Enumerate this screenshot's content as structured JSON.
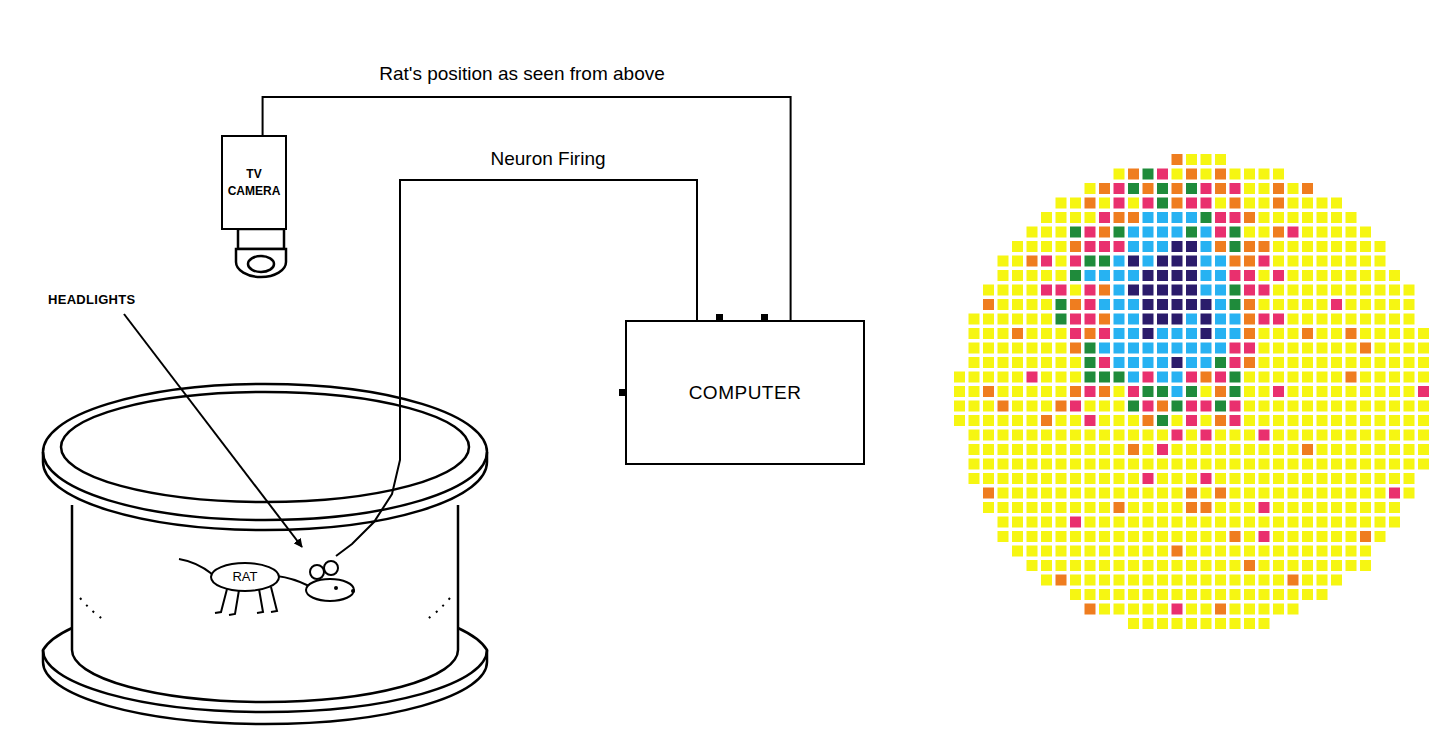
{
  "diagram": {
    "nodes": [
      {
        "text": [
          "TV CAMERA"
        ]
      },
      {
        "text": [
          "COMPUTER"
        ]
      },
      {
        "text": [
          "RAT"
        ]
      }
    ],
    "edges": [
      {
        "from": 0,
        "to": 1,
        "arrow": "none",
        "label": "Rat's position as seen from above"
      },
      {
        "from": 2,
        "to": 1,
        "arrow": "none",
        "label": "Neuron Firing"
      }
    ],
    "labels": [
      "HEADLIGHTS"
    ]
  }
}
